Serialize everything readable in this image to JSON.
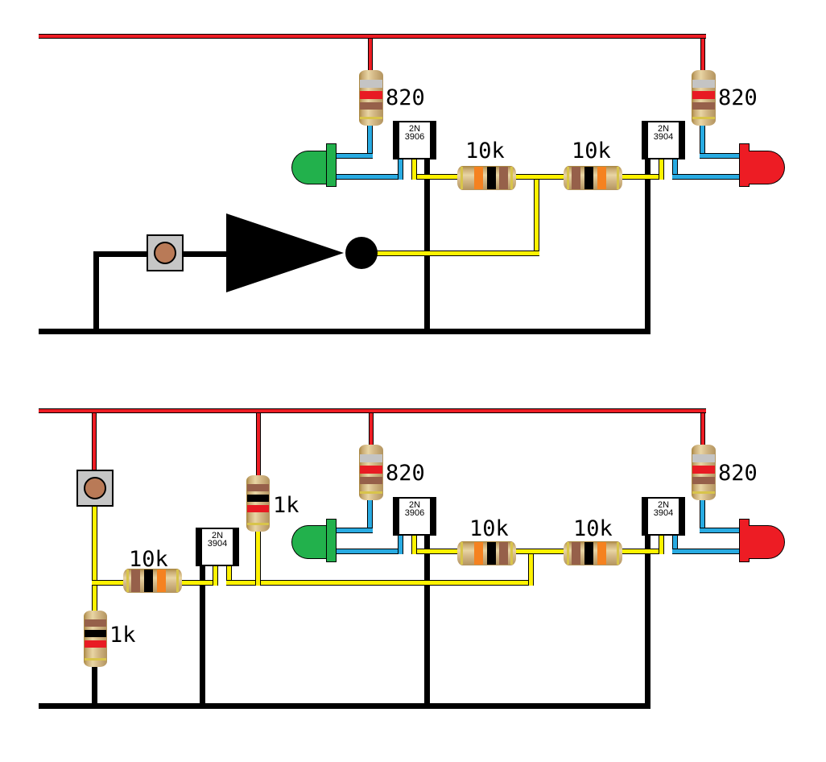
{
  "diagram": {
    "kind": "breadboard-style circuit diagram",
    "description": "Two LED flip-flop circuits: top uses a NOT-gate symbol with pushbutton, bottom uses a 2N3904 transistor inverter with pushbutton"
  },
  "colors": {
    "power_rail": "#ED1C24",
    "ground_rail": "#000000",
    "signal_wire": "#FFF200",
    "led_wire": "#29ABE2",
    "led_green": "#22B14C",
    "led_red": "#ED1C24",
    "button_body": "#C6C6C6",
    "button_cap": "#B97A57",
    "resistor_body": "#CDB17E"
  },
  "top_circuit": {
    "resistors": [
      {
        "value": "820"
      },
      {
        "value": "10k"
      },
      {
        "value": "10k"
      },
      {
        "value": "820"
      }
    ],
    "transistors": [
      {
        "line1": "2N",
        "line2": "3906"
      },
      {
        "line1": "2N",
        "line2": "3904"
      }
    ],
    "leds": [
      {
        "color": "green"
      },
      {
        "color": "red"
      }
    ],
    "gate": {
      "type": "NOT"
    },
    "buttons": [
      {
        "type": "pushbutton"
      }
    ]
  },
  "bottom_circuit": {
    "resistors": [
      {
        "value": "1k"
      },
      {
        "value": "10k"
      },
      {
        "value": "1k"
      },
      {
        "value": "820"
      },
      {
        "value": "10k"
      },
      {
        "value": "10k"
      },
      {
        "value": "820"
      }
    ],
    "transistors": [
      {
        "line1": "2N",
        "line2": "3904"
      },
      {
        "line1": "2N",
        "line2": "3906"
      },
      {
        "line1": "2N",
        "line2": "3904"
      }
    ],
    "leds": [
      {
        "color": "green"
      },
      {
        "color": "red"
      }
    ],
    "buttons": [
      {
        "type": "pushbutton"
      }
    ]
  }
}
